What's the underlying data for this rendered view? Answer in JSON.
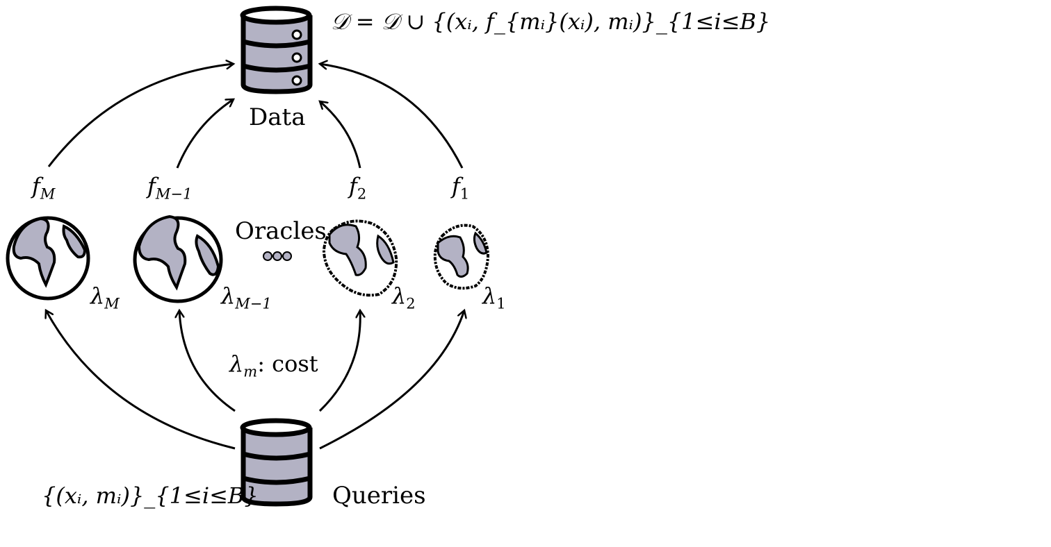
{
  "nodes": {
    "data": {
      "label": "Data"
    },
    "queries": {
      "label": "Queries"
    },
    "oracles": {
      "label": "Oracles"
    }
  },
  "formulas": {
    "dataset_update": "𝒟 = 𝒟 ∪ {(xᵢ, f_{mᵢ}(xᵢ), mᵢ)}_{1≤i≤B}",
    "query_set": "{(xᵢ, mᵢ)}_{1≤i≤B}",
    "cost_note": {
      "symbol": "λ",
      "sub": "m",
      "text": ": cost"
    }
  },
  "oracles": [
    {
      "f": "f",
      "f_sub": "M",
      "lambda": "λ",
      "lambda_sub": "M"
    },
    {
      "f": "f",
      "f_sub": "M−1",
      "lambda": "λ",
      "lambda_sub": "M−1"
    },
    {
      "f": "f",
      "f_sub": "2",
      "lambda": "λ",
      "lambda_sub": "2"
    },
    {
      "f": "f",
      "f_sub": "1",
      "lambda": "λ",
      "lambda_sub": "1"
    }
  ],
  "colors": {
    "fill": "#b3b2c4",
    "stroke": "#000000"
  },
  "icons": {
    "database": "database-icon",
    "globe": "globe-icon"
  }
}
